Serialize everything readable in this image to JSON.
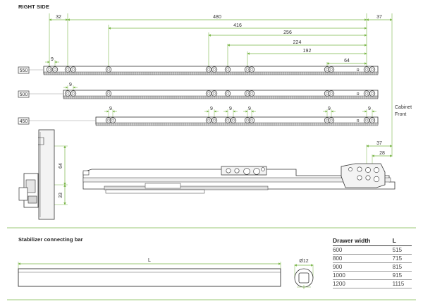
{
  "section_title": "RIGHT SIDE",
  "stabilizer_title": "Stabilizer connecting bar",
  "slide_lengths": [
    "550",
    "500",
    "450"
  ],
  "cabinet_front_label": [
    "Cabinet",
    "Front"
  ],
  "dims_top": [
    "32",
    "480",
    "37",
    "416",
    "256",
    "224",
    "192",
    "64"
  ],
  "dim_9": "9",
  "dims_vertical": [
    "64",
    "33"
  ],
  "dims_detail": [
    "37",
    "28"
  ],
  "bar_length_label": "L",
  "diameter_label": "Ø12",
  "table": {
    "headers": [
      "Drawer width",
      "L"
    ],
    "rows": [
      [
        "600",
        "515"
      ],
      [
        "800",
        "715"
      ],
      [
        "900",
        "815"
      ],
      [
        "1000",
        "915"
      ],
      [
        "1200",
        "1115"
      ]
    ]
  },
  "colors": {
    "dimension": "#7ab648",
    "line": "#333333",
    "fill_light": "#f3f3f3"
  }
}
